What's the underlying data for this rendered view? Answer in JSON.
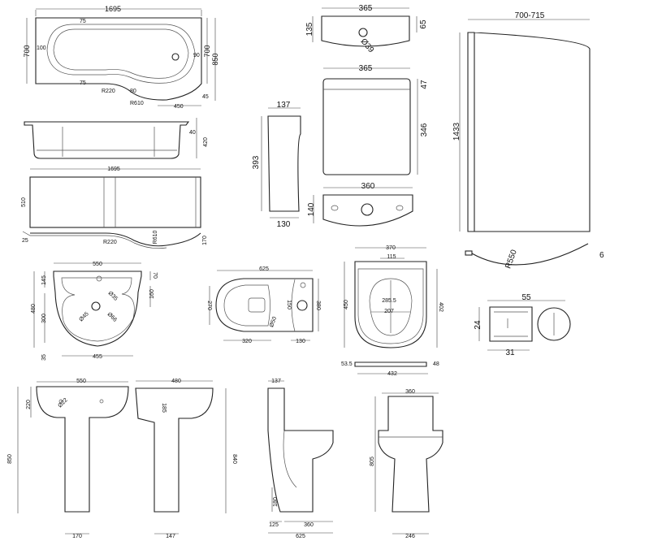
{
  "bath_plan": {
    "width": "1695",
    "depth_left": "700",
    "depth_right": "700",
    "depth_max": "850",
    "rim_top": "75",
    "rim_bottom": "75",
    "rim_end": "100",
    "rim_right": "90",
    "r220": "R220",
    "r80": "80",
    "r610": "R610",
    "bulge": "450",
    "offset": "45"
  },
  "bath_side": {
    "rim": "40",
    "height": "420"
  },
  "bath_panel": {
    "width": "1695",
    "height": "510",
    "edge": "25",
    "r220": "R220",
    "r610": "R610",
    "depth": "170"
  },
  "cistern_top": {
    "width": "365",
    "depth": "135",
    "lip": "65",
    "hole": "Ø39"
  },
  "cistern_front": {
    "width": "365",
    "lid": "47",
    "height": "346"
  },
  "cistern_side": {
    "top": "137",
    "height": "393",
    "bottom": "130"
  },
  "cistern_base": {
    "width": "360",
    "depth": "140"
  },
  "shower_screen": {
    "width": "700-715",
    "height": "1433",
    "radius": "R550",
    "thickness": "6"
  },
  "profile": {
    "width": "55",
    "height": "24",
    "inner": "31"
  },
  "basin_plan": {
    "width": "550",
    "depth": "480",
    "tap_offset": "145",
    "bowl": "300",
    "back": "35",
    "rim": "70",
    "waste_offset": "160",
    "bowl_width": "455",
    "tap_hole": "Ø35",
    "waste": "Ø45",
    "overflow": "Ø66"
  },
  "toilet_plan": {
    "length": "625",
    "pan_width": "270",
    "cistern_width": "380",
    "seat": "320",
    "cistern_depth": "130",
    "fix": "150",
    "inlet": "Ø50"
  },
  "seat": {
    "width": "370",
    "hinge": "115",
    "length": "450",
    "inner_length": "402",
    "opening_length": "285.5",
    "opening_width": "207",
    "hinge_h": "53.5",
    "thick": "48",
    "side_len": "432"
  },
  "pedestal_front": {
    "width": "550",
    "top": "220",
    "hole": "Ø22",
    "height": "850",
    "base": "170"
  },
  "pedestal_side": {
    "depth": "480",
    "bowl": "185",
    "height": "840",
    "base": "147"
  },
  "wc_side": {
    "top": "137",
    "waste": "180",
    "back": "125",
    "outlet": "360",
    "length": "625"
  },
  "wc_front": {
    "width": "360",
    "height": "805",
    "base": "246"
  }
}
